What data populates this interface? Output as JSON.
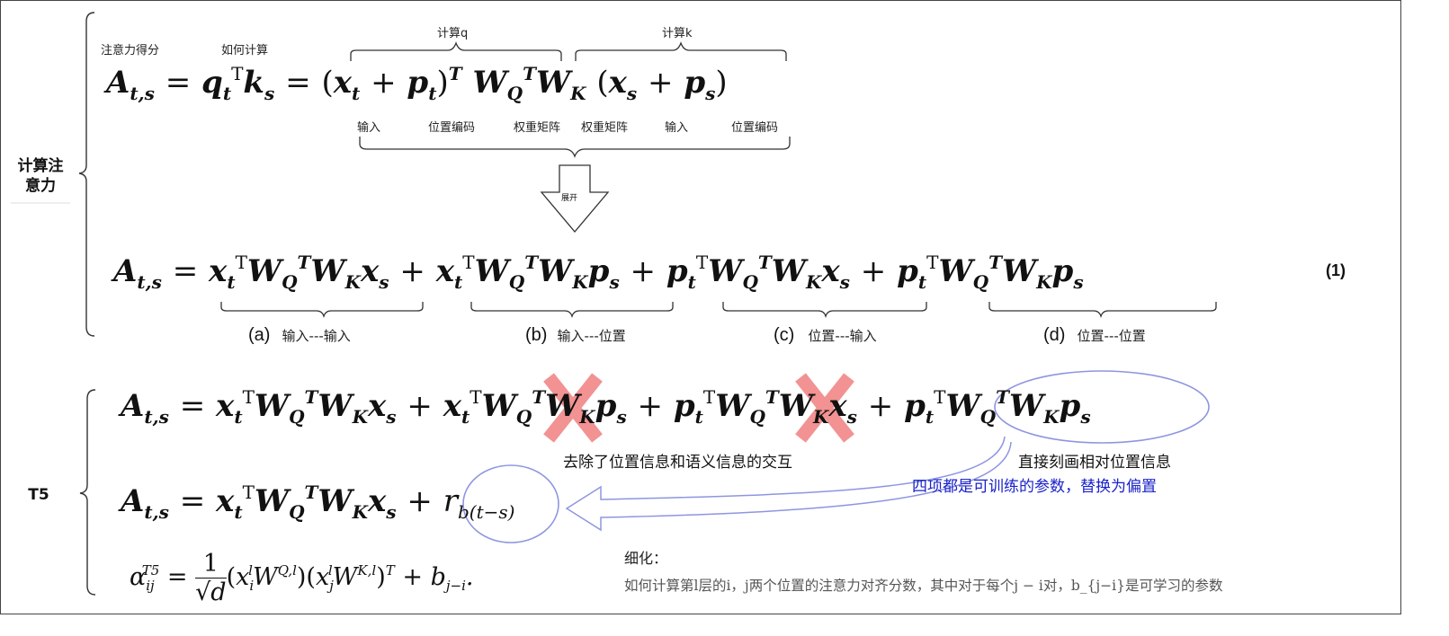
{
  "side_labels": {
    "attention_line1": "计算注",
    "attention_line2": "意力",
    "t5": "T5"
  },
  "top": {
    "score_label": "注意力得分",
    "how_label": "如何计算",
    "calc_q": "计算q",
    "calc_k": "计算k",
    "input1": "输入",
    "pos_enc1": "位置编码",
    "weight1": "权重矩阵",
    "weight2": "权重矩阵",
    "input2": "输入",
    "pos_enc2": "位置编码",
    "expand": "展开"
  },
  "equation_number": "(1)",
  "terms": [
    {
      "letter": "(a)",
      "desc": "输入---输入"
    },
    {
      "letter": "(b)",
      "desc": "输入---位置"
    },
    {
      "letter": "(c)",
      "desc": "位置---输入"
    },
    {
      "letter": "(d)",
      "desc": "位置---位置"
    }
  ],
  "t5": {
    "remove_note": "去除了位置信息和语义信息的交互",
    "direct_note": "直接刻画相对位置信息",
    "blue_note": "四项都是可训练的参数，替换为偏置",
    "refine_label": "细化：",
    "refine_text": "如何计算第l层的i，j两个位置的注意力对齐分数，其中对于每个j − i对，b_{j−i}是可学习的参数"
  },
  "colors": {
    "cross": "#f08080",
    "ellipse": "#8f95e0",
    "blue_text": "#1a22c8"
  }
}
